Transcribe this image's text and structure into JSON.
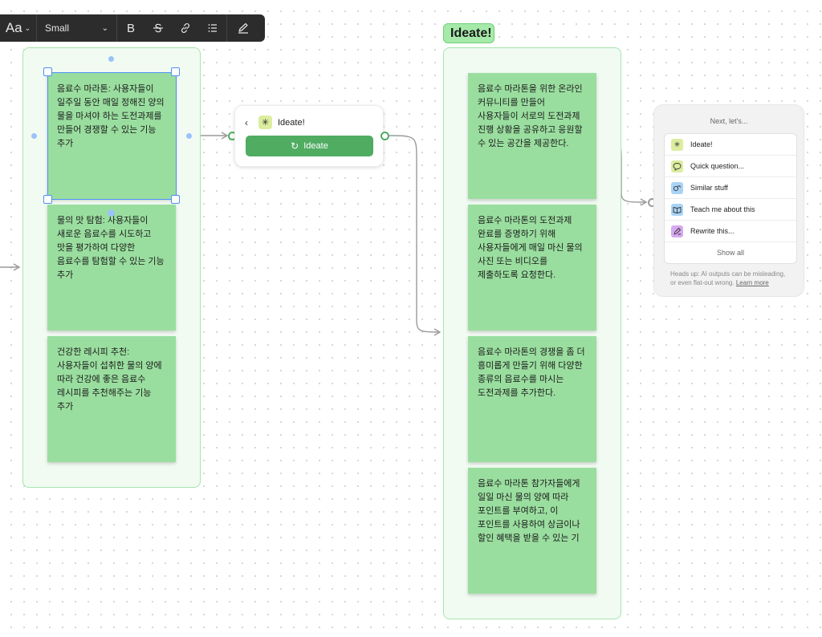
{
  "toolbar": {
    "font_label": "Aa",
    "size_value": "Small",
    "bold_label": "B",
    "icons": [
      "chevron-down-icon",
      "strikethrough-icon",
      "link-icon",
      "bullet-list-icon",
      "pen-icon"
    ]
  },
  "left_section": {
    "notes": [
      "음료수 마라톤: 사용자들이 일주일 동안 매일 정해진 양의 물을 마셔야 하는 도전과제를 만들어 경쟁할 수 있는 기능 추가",
      "물의 맛 탐험: 사용자들이 새로운 음료수를 시도하고 맛을 평가하여 다양한 음료수를 탐험할 수 있는 기능 추가",
      "건강한 레시피 추천: 사용자들이 섭취한 물의 양에 따라 건강에 좋은 음료수 레시피를 추천해주는 기능 추가"
    ]
  },
  "widget": {
    "title": "Ideate!",
    "button_label": "Ideate"
  },
  "right_section": {
    "label": "Ideate!",
    "notes": [
      "음료수 마라톤을 위한 온라인 커뮤니티를 만들어 사용자들이 서로의 도전과제 진행 상황을 공유하고 응원할 수 있는 공간을 제공한다.",
      "음료수 마라톤의 도전과제 완료를 증명하기 위해 사용자들에게 매일 마신 물의 사진 또는 비디오를 제출하도록 요청한다.",
      "음료수 마라톤의 경쟁을 좀 더 흥미롭게 만들기 위해 다양한 종류의 음료수를 마시는 도전과제를 추가한다.",
      "음료수 마라톤 참가자들에게 일일 마신 물의 양에 따라 포인트를 부여하고, 이 포인트를 사용하여 상금이나 할인 혜택을 받을 수 있는 기"
    ]
  },
  "next_panel": {
    "title": "Next, let's...",
    "items": [
      {
        "label": "Ideate!",
        "icon": "sparkle-icon",
        "color": "#dceda0"
      },
      {
        "label": "Quick question...",
        "icon": "speech-bubble-icon",
        "color": "#dceda0"
      },
      {
        "label": "Similar stuff",
        "icon": "similar-icon",
        "color": "#a9d3f5"
      },
      {
        "label": "Teach me about this",
        "icon": "book-icon",
        "color": "#a9d3f5"
      },
      {
        "label": "Rewrite this...",
        "icon": "pen-nib-icon",
        "color": "#d7a9f0"
      }
    ],
    "show_all": "Show all",
    "footer": "Heads up: AI outputs can be misleading, or even flat-out wrong.",
    "learn_more": "Learn more"
  },
  "colors": {
    "sticky": "#9ade9f",
    "section_border": "#a6e5ad",
    "accent_green": "#4fac61",
    "selection_blue": "#4d8ff7"
  }
}
